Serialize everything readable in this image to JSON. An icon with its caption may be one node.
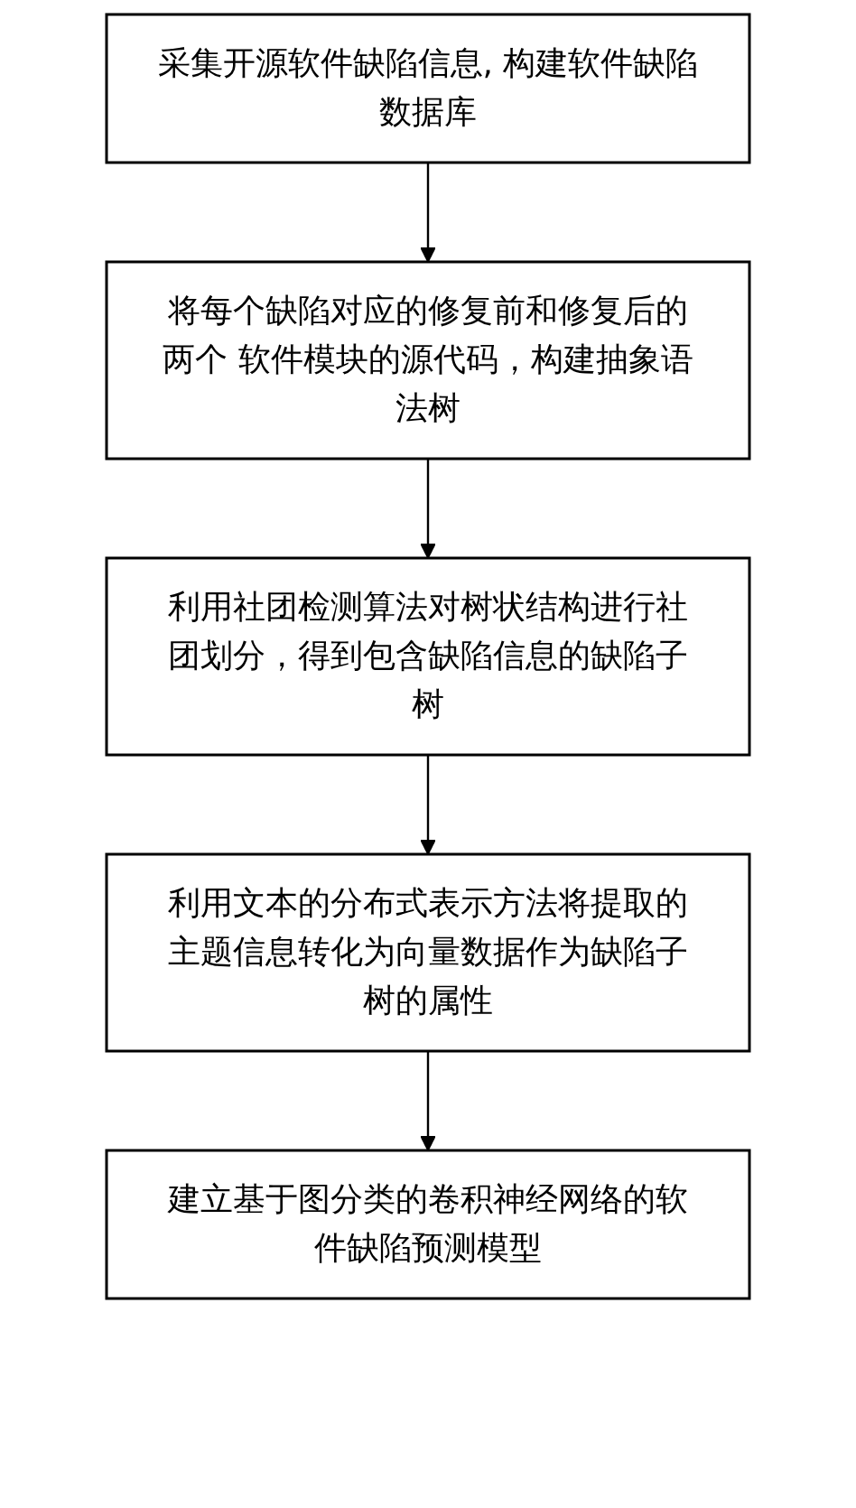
{
  "diagram": {
    "nodes": [
      {
        "text": [
          "采集开源软件缺陷信息, 构建软件缺陷数据库"
        ]
      },
      {
        "text": [
          "将每个缺陷对应的修复前和修复后的两个 软件模块的源代码，构建抽象语法树"
        ]
      },
      {
        "text": [
          "利用社团检测算法对树状结构进行社团划分，得到包含缺陷信息的缺陷子树"
        ]
      },
      {
        "text": [
          "利用文本的分布式表示方法将提取的主题信息转化为向量数据作为缺陷子树的属性"
        ]
      },
      {
        "text": [
          "建立基于图分类的卷积神经网络的软件缺陷预测模型"
        ]
      }
    ],
    "edges": [
      {
        "from": 0,
        "to": 1,
        "arrow": "to"
      },
      {
        "from": 1,
        "to": 2,
        "arrow": "to"
      },
      {
        "from": 2,
        "to": 3,
        "arrow": "to"
      },
      {
        "from": 3,
        "to": 4,
        "arrow": "to"
      }
    ]
  }
}
